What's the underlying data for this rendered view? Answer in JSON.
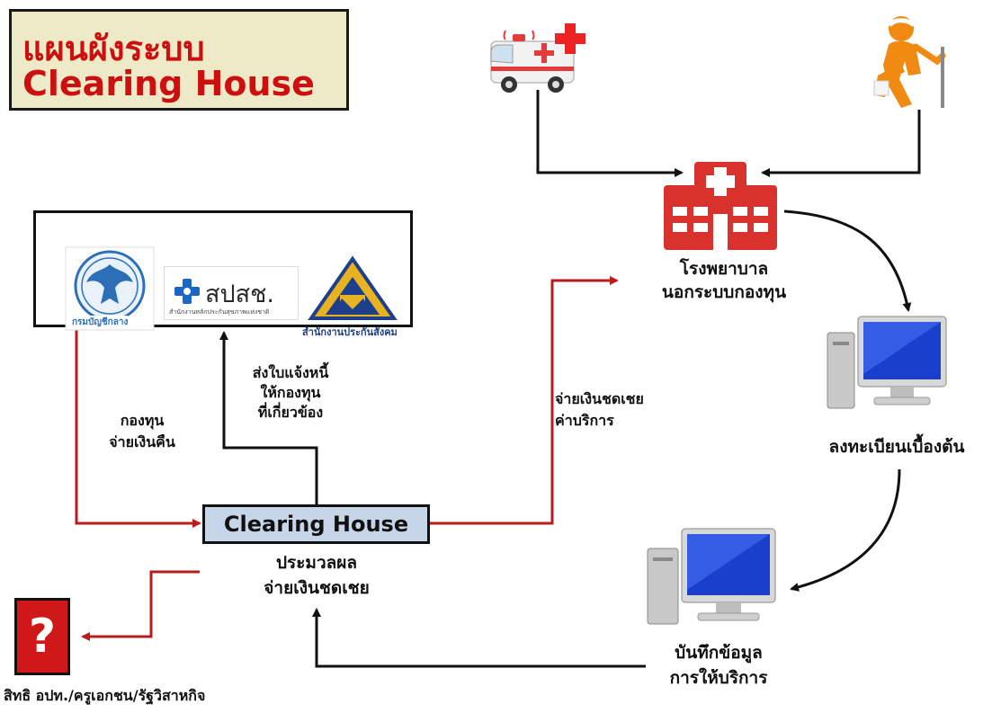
{
  "title": {
    "line1": "แผนผังระบบ",
    "line2": "Clearing House"
  },
  "funds": {
    "org1_caption": "กรมบัญชีกลาง",
    "org2_name": "สปสช.",
    "org2_caption": "สำนักงานหลักประกันสุขภาพแห่งชาติ",
    "org3_caption": "สำนักงานประกันสังคม"
  },
  "labels": {
    "send_invoice": [
      "ส่งใบแจ้งหนี้",
      "ให้กองทุน",
      "ที่เกี่ยวข้อง"
    ],
    "fund_refund": [
      "กองทุน",
      "จ่ายเงินคืน"
    ],
    "pay_compensation": [
      "จ่ายเงินชดเชย",
      "ค่าบริการ"
    ],
    "hospital": [
      "โรงพยาบาล",
      "นอกระบบกองทุน"
    ],
    "register": "ลงทะเบียนเบื้องต้น",
    "record": [
      "บันทึกข้อมูล",
      "การให้บริการ"
    ],
    "process": [
      "ประมวลผล",
      "จ่ายเงินชดเชย"
    ],
    "rights": "สิทธิ อปท./ครูเอกชน/รัฐวิสาหกิจ"
  },
  "clearing_house_box": "Clearing House",
  "unknown_symbol": "?",
  "icons": {
    "ambulance": "ambulance-icon",
    "patient": "injured-person-icon",
    "hospital": "hospital-building-icon",
    "computer": "desktop-computer-icon"
  },
  "colors": {
    "title_text": "#cc1010",
    "title_bg": "#eeeac8",
    "red_arrow": "#b81c1c",
    "black_arrow": "#111111",
    "clearing_box": "#c7d5e8",
    "hospital_red": "#d9312c"
  }
}
